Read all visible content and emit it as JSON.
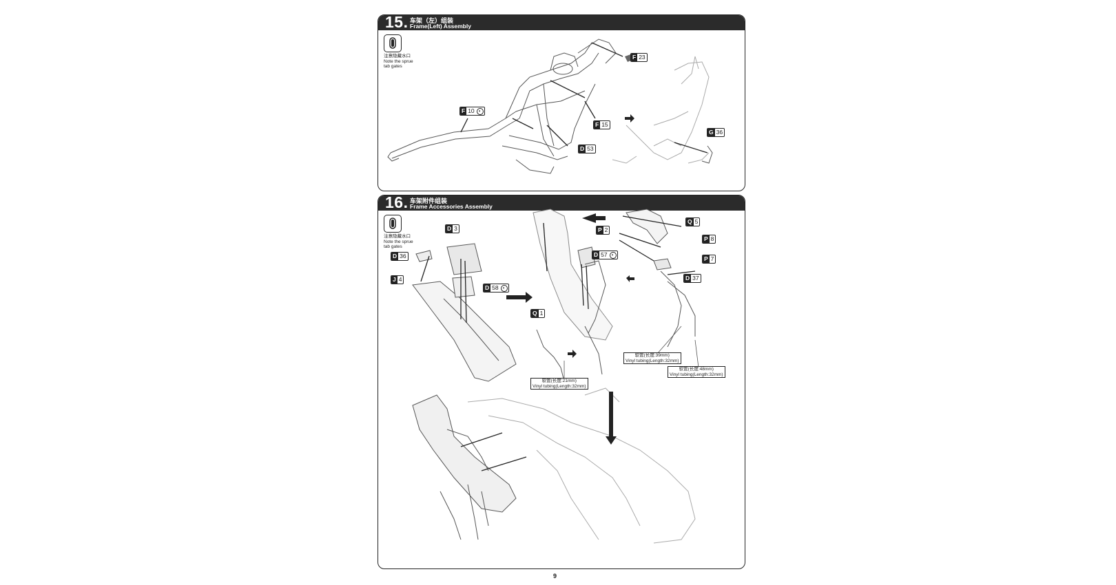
{
  "page": {
    "number": "9"
  },
  "gate_note": {
    "zh": "注意隐藏水口",
    "en1": "Note the sprue",
    "en2": "tab gates"
  },
  "steps": [
    {
      "number": "15",
      "title_zh": "车架（左）组装",
      "title_en": "Frame(Left) Assembly",
      "parts": [
        {
          "sprue": "F",
          "part": "23"
        },
        {
          "sprue": "F",
          "part": "10",
          "flag": "◐"
        },
        {
          "sprue": "F",
          "part": "15"
        },
        {
          "sprue": "D",
          "part": "53"
        },
        {
          "sprue": "G",
          "part": "36"
        }
      ]
    },
    {
      "number": "16",
      "title_zh": "车架附件组装",
      "title_en": "Frame Accessories Assembly",
      "parts": [
        {
          "sprue": "D",
          "part": "3"
        },
        {
          "sprue": "D",
          "part": "36"
        },
        {
          "sprue": "J",
          "part": "4"
        },
        {
          "sprue": "D",
          "part": "58",
          "flag": "◐"
        },
        {
          "sprue": "P",
          "part": "2"
        },
        {
          "sprue": "Q",
          "part": "5"
        },
        {
          "sprue": "P",
          "part": "8"
        },
        {
          "sprue": "P",
          "part": "7"
        },
        {
          "sprue": "D",
          "part": "57",
          "flag": "◐"
        },
        {
          "sprue": "D",
          "part": "37"
        },
        {
          "sprue": "Q",
          "part": "1"
        }
      ],
      "tubing_notes": [
        {
          "zh": "软管(长度:39mm)",
          "en": "Vinyl tubing(Length:32mm)"
        },
        {
          "zh": "软管(长度:48mm)",
          "en": "Vinyl tubing(Length:32mm)"
        },
        {
          "zh": "软管(长度:21mm)",
          "en": "Vinyl tubing(Length:32mm)"
        }
      ]
    }
  ]
}
